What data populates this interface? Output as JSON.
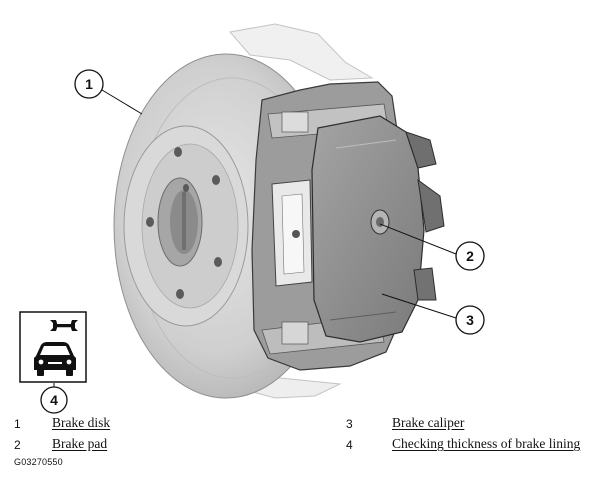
{
  "callouts": [
    {
      "num": "1"
    },
    {
      "num": "2"
    },
    {
      "num": "3"
    },
    {
      "num": "4"
    }
  ],
  "legend": [
    {
      "num": "1",
      "label": "Brake disk"
    },
    {
      "num": "2",
      "label": "Brake pad"
    },
    {
      "num": "3",
      "label": "Brake caliper"
    },
    {
      "num": "4",
      "label": "Checking thickness of brake lining"
    }
  ],
  "figure_code": "G03270550",
  "icons": {
    "service": "wrench-icon",
    "vehicle": "car-icon"
  },
  "colors": {
    "disc": "#c9c9c9",
    "caliper": "#8d8d8d",
    "outline": "#111111"
  }
}
